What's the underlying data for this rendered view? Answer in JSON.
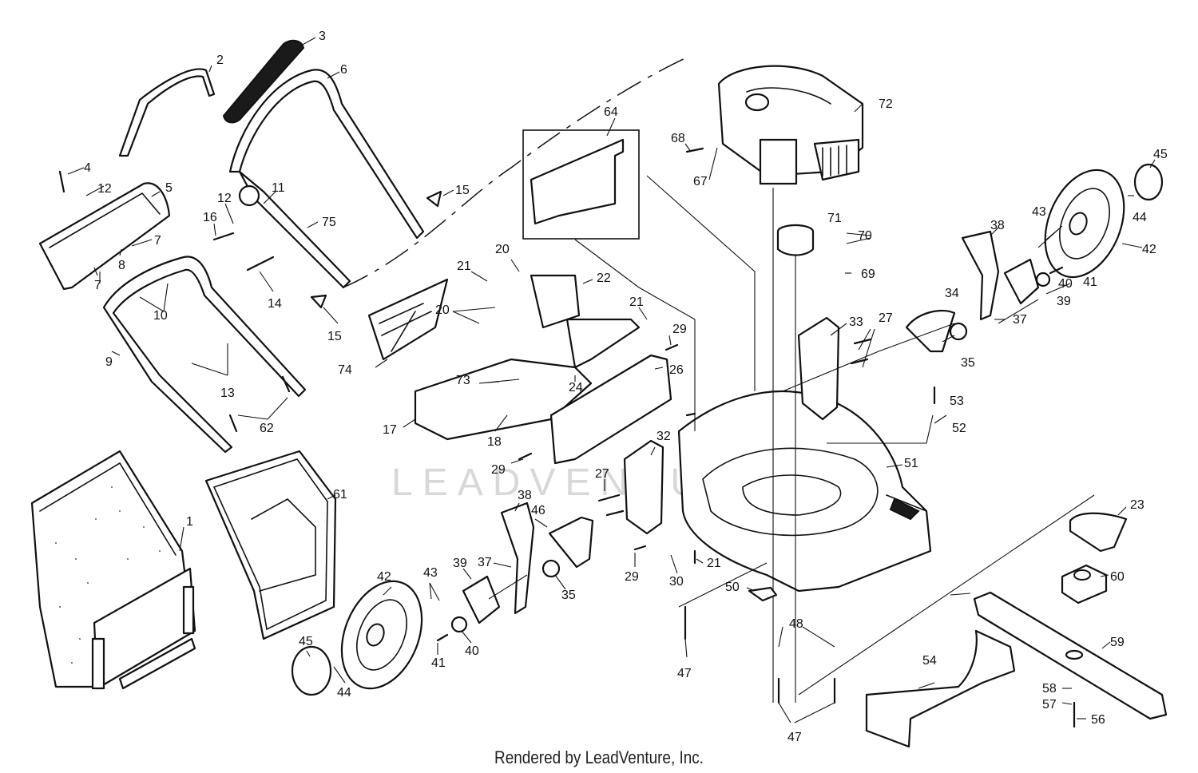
{
  "watermark": "LEADVENTURE",
  "footer": "Rendered by LeadVenture, Inc.",
  "callouts": [
    {
      "id": "c1",
      "label": "1"
    },
    {
      "id": "c2",
      "label": "2"
    },
    {
      "id": "c3",
      "label": "3"
    },
    {
      "id": "c4",
      "label": "4"
    },
    {
      "id": "c5",
      "label": "5"
    },
    {
      "id": "c6",
      "label": "6"
    },
    {
      "id": "c7a",
      "label": "7"
    },
    {
      "id": "c7b",
      "label": "7"
    },
    {
      "id": "c8",
      "label": "8"
    },
    {
      "id": "c9",
      "label": "9"
    },
    {
      "id": "c10",
      "label": "10"
    },
    {
      "id": "c11",
      "label": "11"
    },
    {
      "id": "c12a",
      "label": "12"
    },
    {
      "id": "c12b",
      "label": "12"
    },
    {
      "id": "c13",
      "label": "13"
    },
    {
      "id": "c14",
      "label": "14"
    },
    {
      "id": "c15a",
      "label": "15"
    },
    {
      "id": "c15b",
      "label": "15"
    },
    {
      "id": "c16",
      "label": "16"
    },
    {
      "id": "c17",
      "label": "17"
    },
    {
      "id": "c18",
      "label": "18"
    },
    {
      "id": "c20a",
      "label": "20"
    },
    {
      "id": "c20b",
      "label": "20"
    },
    {
      "id": "c21a",
      "label": "21"
    },
    {
      "id": "c21b",
      "label": "21"
    },
    {
      "id": "c21c",
      "label": "21"
    },
    {
      "id": "c22",
      "label": "22"
    },
    {
      "id": "c23",
      "label": "23"
    },
    {
      "id": "c24",
      "label": "24"
    },
    {
      "id": "c26",
      "label": "26"
    },
    {
      "id": "c27a",
      "label": "27"
    },
    {
      "id": "c27b",
      "label": "27"
    },
    {
      "id": "c29a",
      "label": "29"
    },
    {
      "id": "c29b",
      "label": "29"
    },
    {
      "id": "c29c",
      "label": "29"
    },
    {
      "id": "c30",
      "label": "30"
    },
    {
      "id": "c32",
      "label": "32"
    },
    {
      "id": "c33",
      "label": "33"
    },
    {
      "id": "c34",
      "label": "34"
    },
    {
      "id": "c35a",
      "label": "35"
    },
    {
      "id": "c35b",
      "label": "35"
    },
    {
      "id": "c37a",
      "label": "37"
    },
    {
      "id": "c37b",
      "label": "37"
    },
    {
      "id": "c38a",
      "label": "38"
    },
    {
      "id": "c38b",
      "label": "38"
    },
    {
      "id": "c39a",
      "label": "39"
    },
    {
      "id": "c39b",
      "label": "39"
    },
    {
      "id": "c40a",
      "label": "40"
    },
    {
      "id": "c40b",
      "label": "40"
    },
    {
      "id": "c41a",
      "label": "41"
    },
    {
      "id": "c41b",
      "label": "41"
    },
    {
      "id": "c42a",
      "label": "42"
    },
    {
      "id": "c42b",
      "label": "42"
    },
    {
      "id": "c43a",
      "label": "43"
    },
    {
      "id": "c43b",
      "label": "43"
    },
    {
      "id": "c44a",
      "label": "44"
    },
    {
      "id": "c44b",
      "label": "44"
    },
    {
      "id": "c45a",
      "label": "45"
    },
    {
      "id": "c45b",
      "label": "45"
    },
    {
      "id": "c46",
      "label": "46"
    },
    {
      "id": "c47a",
      "label": "47"
    },
    {
      "id": "c47b",
      "label": "47"
    },
    {
      "id": "c48",
      "label": "48"
    },
    {
      "id": "c50",
      "label": "50"
    },
    {
      "id": "c51",
      "label": "51"
    },
    {
      "id": "c52",
      "label": "52"
    },
    {
      "id": "c53",
      "label": "53"
    },
    {
      "id": "c54",
      "label": "54"
    },
    {
      "id": "c56",
      "label": "56"
    },
    {
      "id": "c57",
      "label": "57"
    },
    {
      "id": "c58",
      "label": "58"
    },
    {
      "id": "c59",
      "label": "59"
    },
    {
      "id": "c60",
      "label": "60"
    },
    {
      "id": "c61",
      "label": "61"
    },
    {
      "id": "c62",
      "label": "62"
    },
    {
      "id": "c64",
      "label": "64"
    },
    {
      "id": "c67",
      "label": "67"
    },
    {
      "id": "c68",
      "label": "68"
    },
    {
      "id": "c69",
      "label": "69"
    },
    {
      "id": "c70",
      "label": "70"
    },
    {
      "id": "c71",
      "label": "71"
    },
    {
      "id": "c72",
      "label": "72"
    },
    {
      "id": "c73",
      "label": "73"
    },
    {
      "id": "c74",
      "label": "74"
    },
    {
      "id": "c75",
      "label": "75"
    }
  ]
}
